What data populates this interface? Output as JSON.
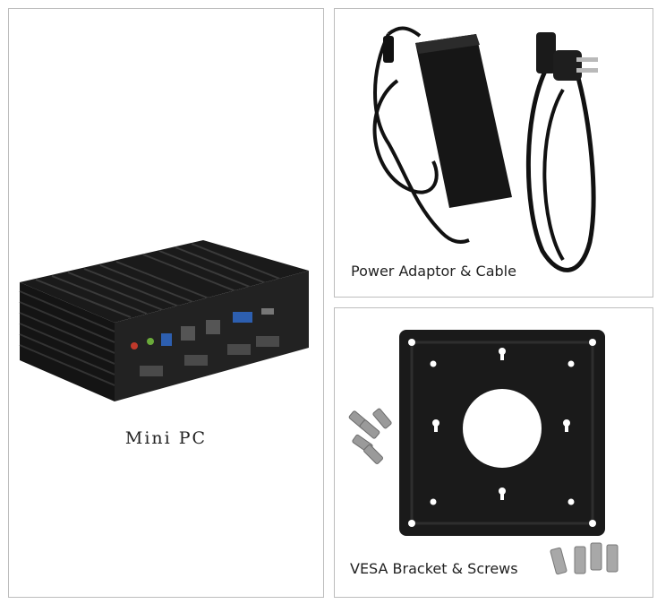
{
  "panels": {
    "mini_pc": {
      "caption": "Mini PC"
    },
    "power_adaptor": {
      "caption": "Power Adaptor & Cable"
    },
    "vesa_bracket": {
      "caption": "VESA Bracket & Screws"
    }
  },
  "colors": {
    "border": "#bdbdbd",
    "device_black": "#1c1c1c",
    "port_blue": "#2d5fb0",
    "background": "#ffffff"
  }
}
